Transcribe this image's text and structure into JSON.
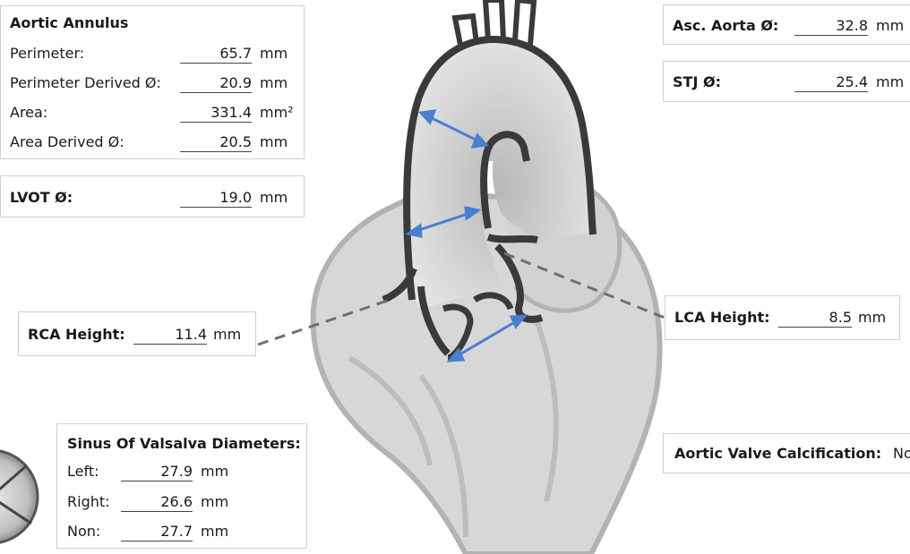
{
  "aortic_annulus": {
    "title": "Aortic Annulus",
    "rows": [
      {
        "label": "Perimeter:",
        "value": "65.7",
        "unit": "mm"
      },
      {
        "label": "Perimeter Derived Ø:",
        "value": "20.9",
        "unit": "mm"
      },
      {
        "label": "Area:",
        "value": "331.4",
        "unit": "mm²"
      },
      {
        "label": "Area Derived Ø:",
        "value": "20.5",
        "unit": "mm"
      }
    ]
  },
  "lvot": {
    "label": "LVOT Ø:",
    "value": "19.0",
    "unit": "mm"
  },
  "asc_aorta": {
    "label": "Asc. Aorta Ø:",
    "value": "32.8",
    "unit": "mm"
  },
  "stj": {
    "label": "STJ Ø:",
    "value": "25.4",
    "unit": "mm"
  },
  "rca_height": {
    "label": "RCA Height:",
    "value": "11.4",
    "unit": "mm"
  },
  "lca_height": {
    "label": "LCA Height:",
    "value": "8.5",
    "unit": "mm"
  },
  "sinus": {
    "title": "Sinus Of Valsalva Diameters:",
    "rows": [
      {
        "label": "Left:",
        "value": "27.9",
        "unit": "mm"
      },
      {
        "label": "Right:",
        "value": "26.6",
        "unit": "mm"
      },
      {
        "label": "Non:",
        "value": "27.7",
        "unit": "mm"
      }
    ]
  },
  "calcification": {
    "label": "Aortic Valve Calcification:",
    "value": "No"
  },
  "colors": {
    "arrow": "#4a7fd0",
    "heart_fill": "#d9d9d9",
    "heart_edge": "#a6a6a6",
    "aorta_dark": "#3a3a3a"
  }
}
